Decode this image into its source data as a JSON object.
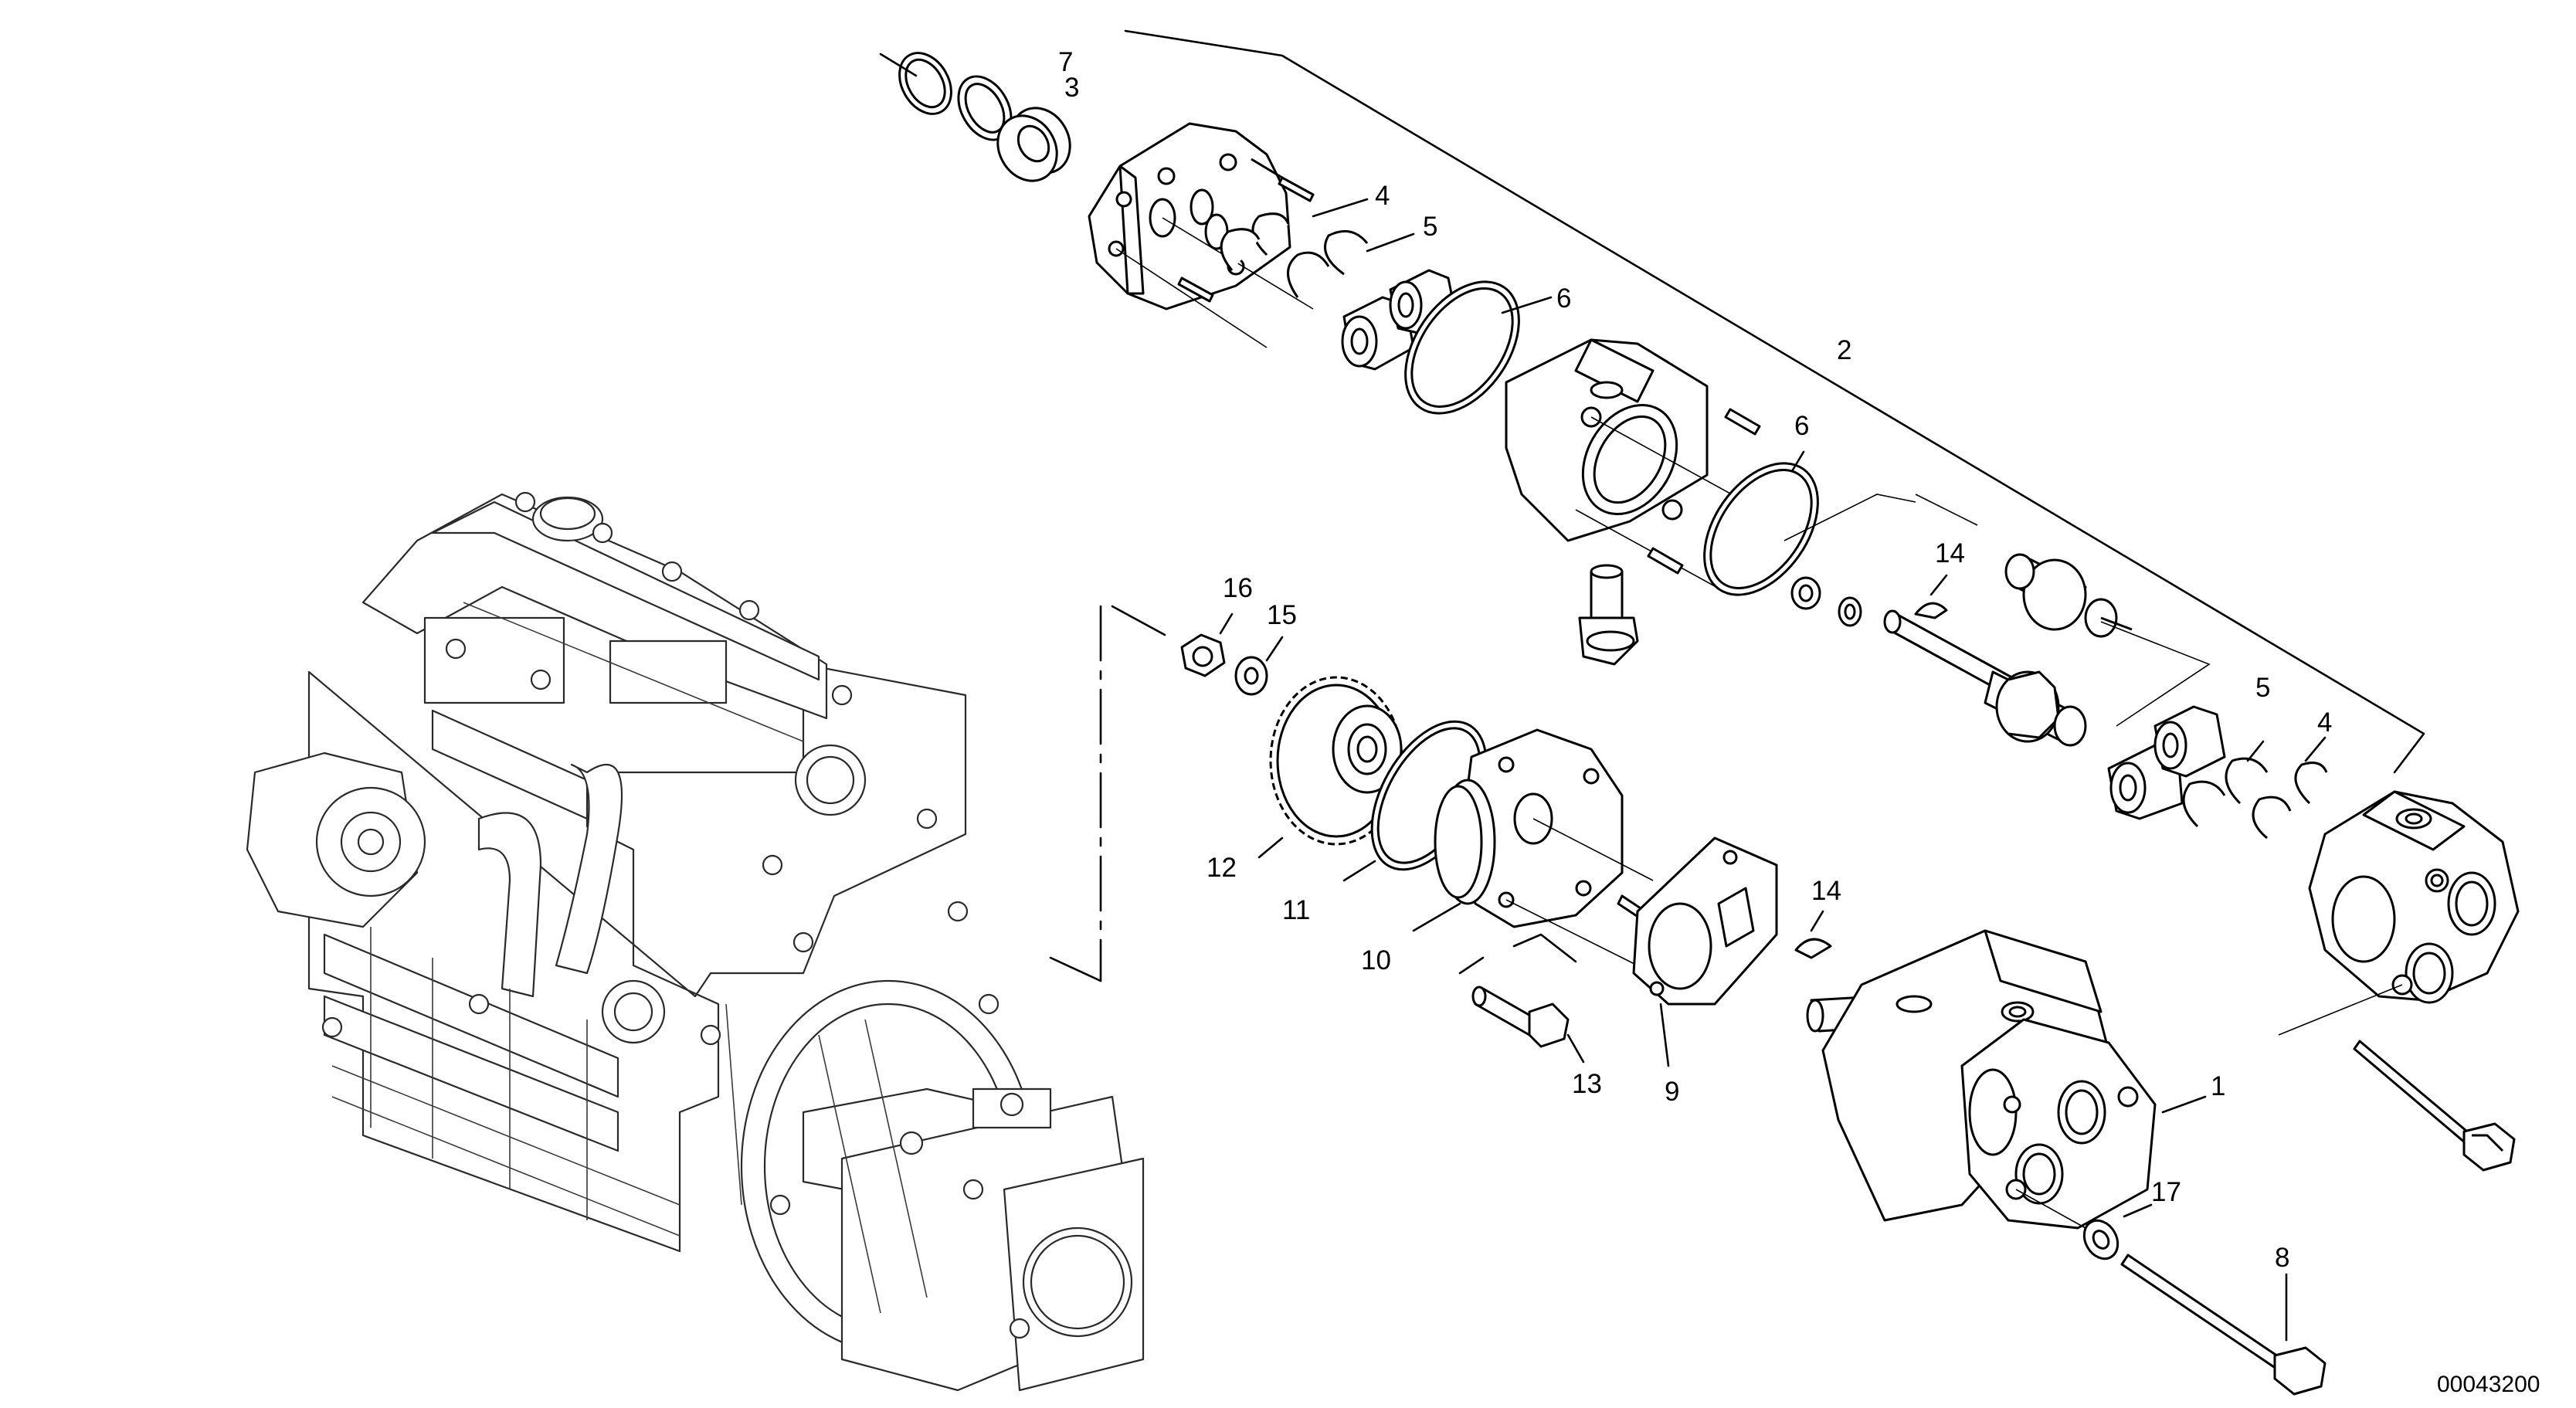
{
  "diagram": {
    "reference_code": "00043200",
    "callouts": [
      {
        "id": "callout-1",
        "text": "1"
      },
      {
        "id": "callout-2",
        "text": "2"
      },
      {
        "id": "callout-3",
        "text": "3"
      },
      {
        "id": "callout-4a",
        "text": "4"
      },
      {
        "id": "callout-4b",
        "text": "4"
      },
      {
        "id": "callout-5a",
        "text": "5"
      },
      {
        "id": "callout-5b",
        "text": "5"
      },
      {
        "id": "callout-6a",
        "text": "6"
      },
      {
        "id": "callout-6b",
        "text": "6"
      },
      {
        "id": "callout-7",
        "text": "7"
      },
      {
        "id": "callout-8",
        "text": "8"
      },
      {
        "id": "callout-9",
        "text": "9"
      },
      {
        "id": "callout-10",
        "text": "10"
      },
      {
        "id": "callout-11",
        "text": "11"
      },
      {
        "id": "callout-12",
        "text": "12"
      },
      {
        "id": "callout-13",
        "text": "13"
      },
      {
        "id": "callout-14a",
        "text": "14"
      },
      {
        "id": "callout-14b",
        "text": "14"
      },
      {
        "id": "callout-15",
        "text": "15"
      },
      {
        "id": "callout-16",
        "text": "16"
      },
      {
        "id": "callout-17",
        "text": "17"
      }
    ]
  }
}
